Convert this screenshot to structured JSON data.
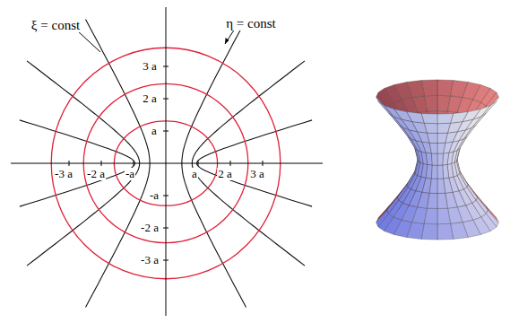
{
  "diagram": {
    "labels": [
      "ξ = const",
      "η = const",
      "3 a",
      "2 a",
      "a",
      "-3 a",
      "-2 a",
      "-a",
      "a",
      "2 a",
      "3 a",
      "-a",
      "-2 a",
      "-3 a"
    ]
  }
}
